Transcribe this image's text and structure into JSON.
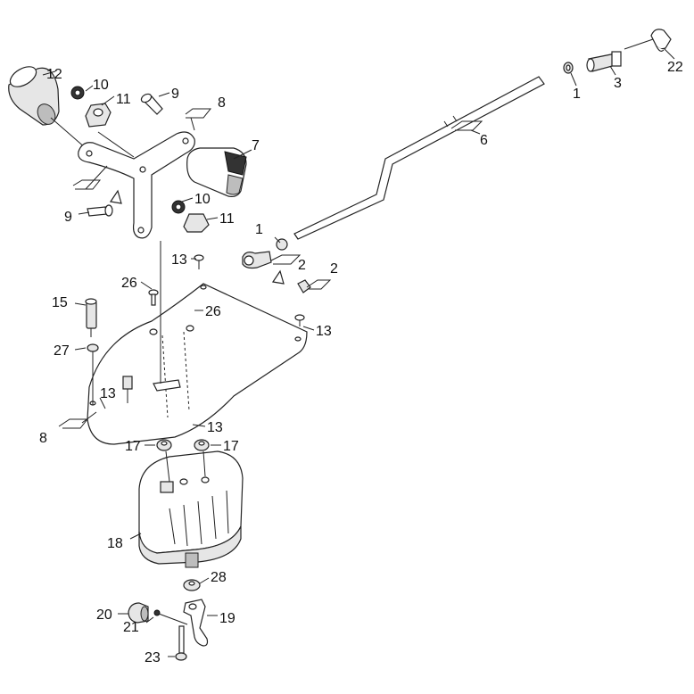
{
  "diagram": {
    "callouts": [
      "1",
      "1",
      "2",
      "2",
      "3",
      "6",
      "7",
      "8",
      "8",
      "9",
      "9",
      "10",
      "10",
      "11",
      "11",
      "12",
      "13",
      "13",
      "13",
      "13",
      "15",
      "17",
      "17",
      "18",
      "19",
      "20",
      "21",
      "22",
      "23",
      "26",
      "26",
      "27",
      "28"
    ]
  }
}
